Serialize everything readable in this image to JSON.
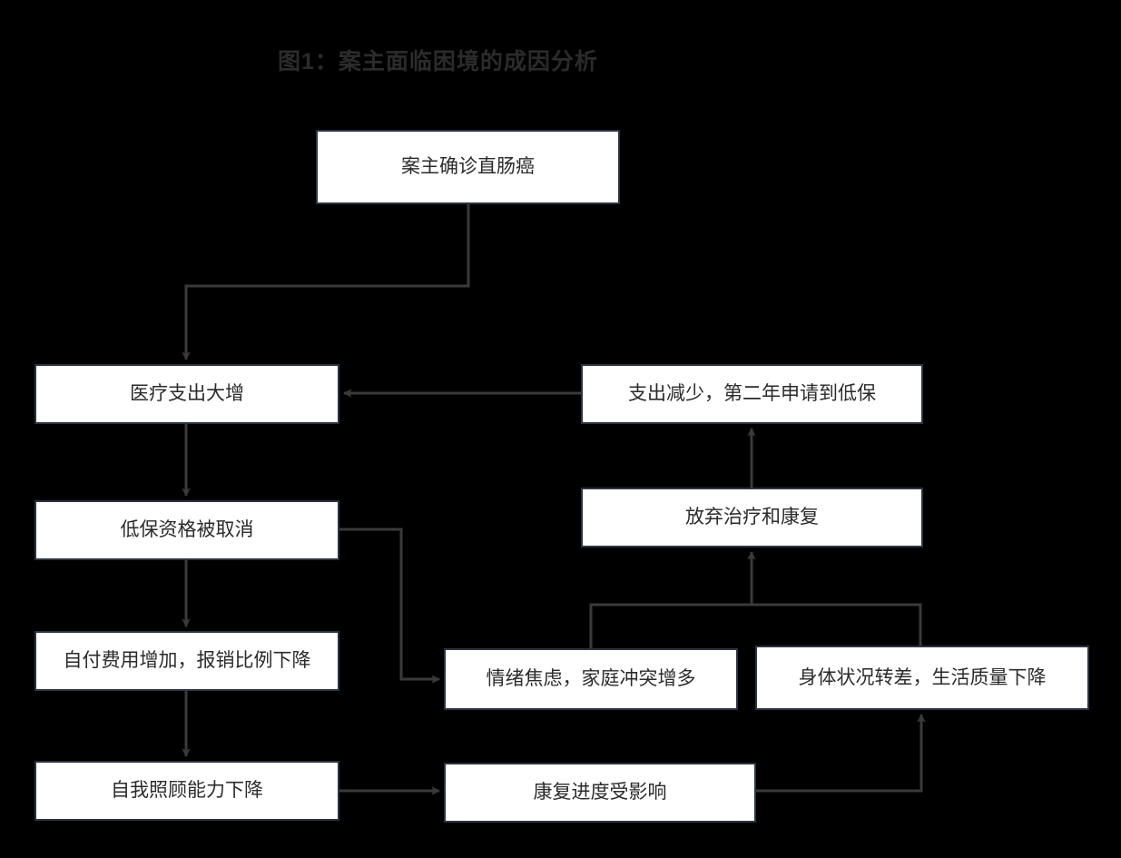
{
  "figure": {
    "title": "图1：案主面临困境的成因分析",
    "type": "flowchart",
    "background_color": "#000000",
    "node_fill": "#ffffff",
    "node_border_color": "#2b3440",
    "text_color": "#2b2b2b",
    "connector_color": "#3a3a3a"
  },
  "nodes": {
    "diagnosis": {
      "label": "案主确诊直肠癌"
    },
    "medexp": {
      "label": "医疗支出大增"
    },
    "dibaocancel": {
      "label": "低保资格被取消"
    },
    "selfpay": {
      "label": "自付费用增加，报销比例下降"
    },
    "selfcare": {
      "label": "自我照顾能力下降"
    },
    "reapply": {
      "label": "支出减少，第二年申请到低保"
    },
    "giveup": {
      "label": "放弃治疗和康复"
    },
    "anxiety": {
      "label": "情绪焦虑，家庭冲突增多"
    },
    "physical": {
      "label": "身体状况转差，生活质量下降"
    },
    "rehab": {
      "label": "康复进度受影响"
    }
  },
  "edges": [
    {
      "from": "diagnosis",
      "to": "medexp",
      "style": "elbow-down-left"
    },
    {
      "from": "medexp",
      "to": "dibaocancel",
      "style": "straight-down"
    },
    {
      "from": "dibaocancel",
      "to": "selfpay",
      "style": "straight-down"
    },
    {
      "from": "dibaocancel",
      "to": "anxiety",
      "style": "elbow-right-down"
    },
    {
      "from": "selfpay",
      "to": "selfcare",
      "style": "straight-down"
    },
    {
      "from": "selfcare",
      "to": "rehab",
      "style": "straight-right"
    },
    {
      "from": "rehab",
      "to": "physical",
      "style": "elbow-right-up"
    },
    {
      "from": "anxiety",
      "to": "giveup",
      "style": "merge-up"
    },
    {
      "from": "physical",
      "to": "giveup",
      "style": "merge-up"
    },
    {
      "from": "giveup",
      "to": "reapply",
      "style": "straight-up"
    },
    {
      "from": "reapply",
      "to": "medexp",
      "style": "straight-left"
    }
  ]
}
